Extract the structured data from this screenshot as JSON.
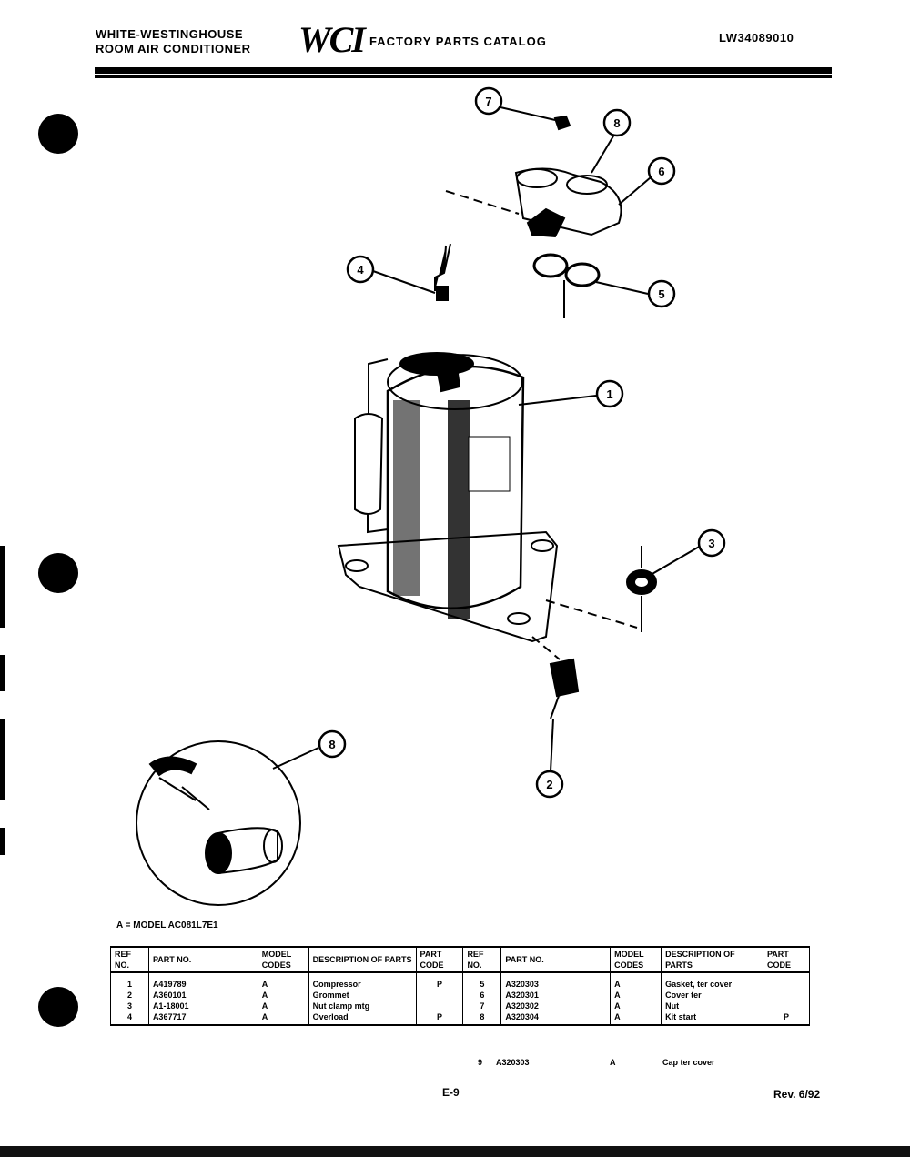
{
  "header": {
    "brand_line1": "WHITE-WESTINGHOUSE",
    "brand_line2": "ROOM AIR CONDITIONER",
    "logo": "WCI",
    "catalog_title": "FACTORY PARTS CATALOG",
    "catalog_id": "LW34089010"
  },
  "callouts": [
    "7",
    "8",
    "6",
    "4",
    "5",
    "1",
    "3",
    "2",
    "8"
  ],
  "model_note": "A = MODEL AC081L7E1",
  "table": {
    "headers": [
      "REF NO.",
      "PART NO.",
      "MODEL CODES",
      "DESCRIPTION OF PARTS",
      "PART CODE",
      "REF NO.",
      "PART NO.",
      "MODEL CODES",
      "DESCRIPTION OF PARTS",
      "PART CODE"
    ],
    "rows": [
      [
        "1",
        "A419789",
        "A",
        "Compressor",
        "P",
        "5",
        "A320303",
        "A",
        "Gasket, ter cover",
        ""
      ],
      [
        "2",
        "A360101",
        "A",
        "Grommet",
        "",
        "6",
        "A320301",
        "A",
        "Cover ter",
        ""
      ],
      [
        "3",
        "A1-18001",
        "A",
        "Nut clamp mtg",
        "",
        "7",
        "A320302",
        "A",
        "Nut",
        ""
      ],
      [
        "4",
        "A367717",
        "A",
        "Overload",
        "P",
        "8",
        "A320304",
        "A",
        "Kit start",
        "P"
      ]
    ],
    "extra_row": [
      "9",
      "A320303",
      "A",
      "Cap ter cover"
    ]
  },
  "footer": {
    "page_no": "E-9",
    "revision": "Rev. 6/92"
  }
}
